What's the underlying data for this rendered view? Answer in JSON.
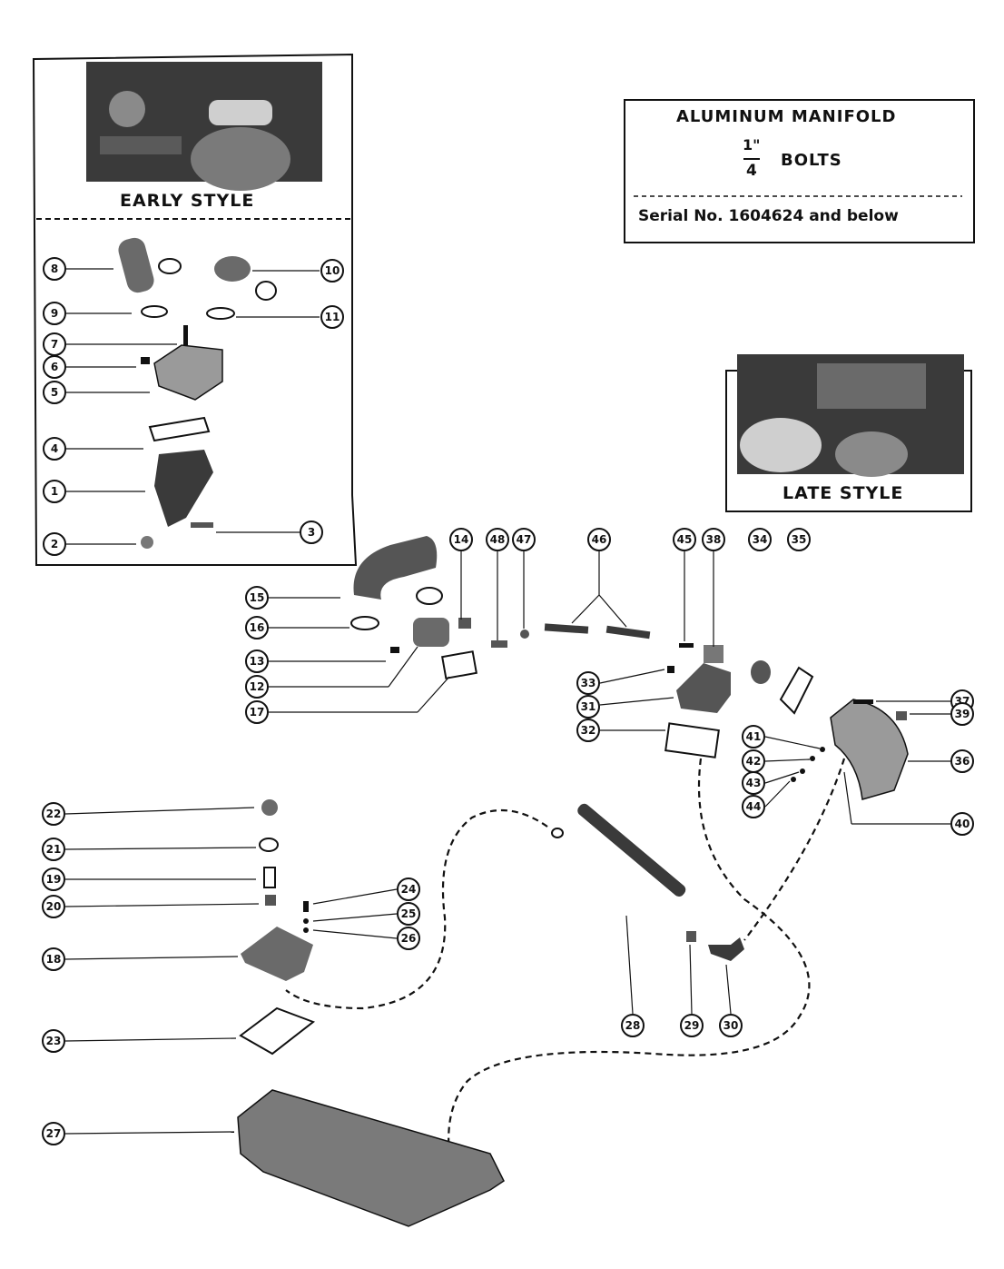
{
  "title_box": {
    "line1": "ALUMINUM MANIFOLD",
    "fraction_num": "1\"",
    "fraction_den": "4",
    "bolts": "BOLTS",
    "serial": "Serial No. 1604624 and below"
  },
  "early_style": {
    "caption": "EARLY STYLE"
  },
  "late_style": {
    "caption": "LATE STYLE"
  },
  "callouts": [
    {
      "id": "c8",
      "label": "8"
    },
    {
      "id": "c10",
      "label": "10"
    },
    {
      "id": "c9",
      "label": "9"
    },
    {
      "id": "c11",
      "label": "11"
    },
    {
      "id": "c7",
      "label": "7"
    },
    {
      "id": "c6",
      "label": "6"
    },
    {
      "id": "c5",
      "label": "5"
    },
    {
      "id": "c4",
      "label": "4"
    },
    {
      "id": "c1",
      "label": "1"
    },
    {
      "id": "c3",
      "label": "3"
    },
    {
      "id": "c2",
      "label": "2"
    },
    {
      "id": "c14",
      "label": "14"
    },
    {
      "id": "c48",
      "label": "48"
    },
    {
      "id": "c47",
      "label": "47"
    },
    {
      "id": "c46",
      "label": "46"
    },
    {
      "id": "c45",
      "label": "45"
    },
    {
      "id": "c38",
      "label": "38"
    },
    {
      "id": "c34",
      "label": "34"
    },
    {
      "id": "c35",
      "label": "35"
    },
    {
      "id": "c15",
      "label": "15"
    },
    {
      "id": "c16",
      "label": "16"
    },
    {
      "id": "c13",
      "label": "13"
    },
    {
      "id": "c12",
      "label": "12"
    },
    {
      "id": "c17",
      "label": "17"
    },
    {
      "id": "c33",
      "label": "33"
    },
    {
      "id": "c31",
      "label": "31"
    },
    {
      "id": "c32",
      "label": "32"
    },
    {
      "id": "c37",
      "label": "37"
    },
    {
      "id": "c39",
      "label": "39"
    },
    {
      "id": "c41",
      "label": "41"
    },
    {
      "id": "c42",
      "label": "42"
    },
    {
      "id": "c36",
      "label": "36"
    },
    {
      "id": "c43",
      "label": "43"
    },
    {
      "id": "c44",
      "label": "44"
    },
    {
      "id": "c40",
      "label": "40"
    },
    {
      "id": "c22",
      "label": "22"
    },
    {
      "id": "c21",
      "label": "21"
    },
    {
      "id": "c19",
      "label": "19"
    },
    {
      "id": "c20",
      "label": "20"
    },
    {
      "id": "c24",
      "label": "24"
    },
    {
      "id": "c25",
      "label": "25"
    },
    {
      "id": "c26",
      "label": "26"
    },
    {
      "id": "c18",
      "label": "18"
    },
    {
      "id": "c23",
      "label": "23"
    },
    {
      "id": "c27",
      "label": "27"
    },
    {
      "id": "c28",
      "label": "28"
    },
    {
      "id": "c29",
      "label": "29"
    },
    {
      "id": "c30",
      "label": "30"
    }
  ],
  "colors": {
    "ink": "#111111",
    "part_fill": "#6a6a6a",
    "part_light": "#b9b9b9",
    "photo_fill": "#3a3a3a"
  }
}
